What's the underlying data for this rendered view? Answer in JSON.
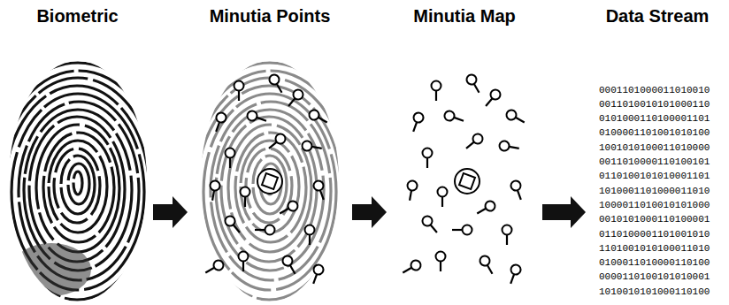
{
  "diagram": {
    "nodes": [
      {
        "text": [
          "Biometric"
        ]
      },
      {
        "text": [
          "Minutia Points"
        ]
      },
      {
        "text": [
          "Minutia Map"
        ]
      },
      {
        "text": [
          "Data Stream",
          "0001101000011010010 0011010010101000110 0101000110100001101 0100001101001010100 1001010100011010000 0011010000110100101 0110100101010001101 1010001101000011010 1000011010010101000 0010101000110100001 0110100001101001010 1101001010100011010 0100011010000110100 0000110100101010001 1010010101000110100"
        ]
      }
    ],
    "edges": [
      {
        "from": 0,
        "to": 1,
        "arrow": "to"
      },
      {
        "from": 1,
        "to": 2,
        "arrow": "to"
      },
      {
        "from": 2,
        "to": 3,
        "arrow": "to"
      }
    ]
  }
}
